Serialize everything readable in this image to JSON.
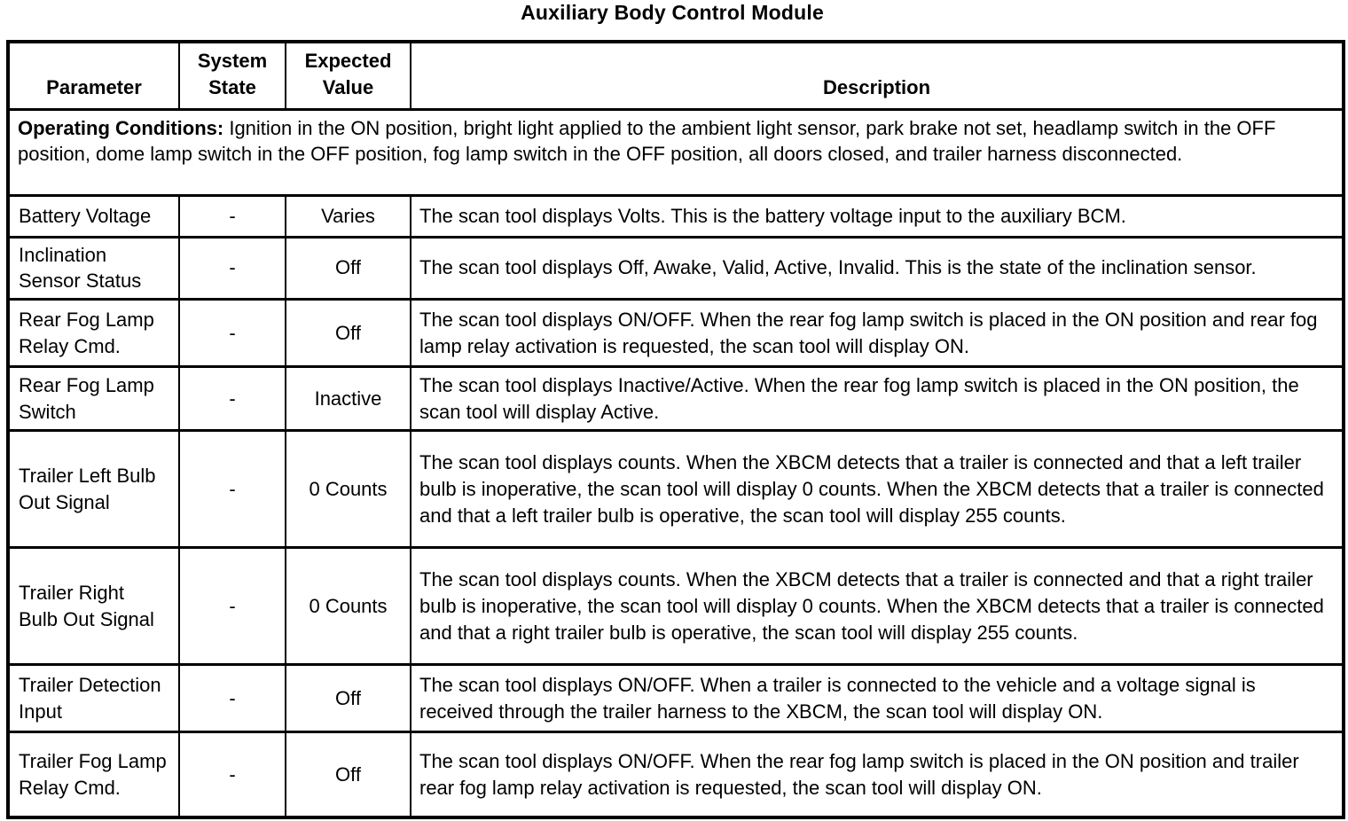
{
  "title": "Auxiliary Body Control Module",
  "colors": {
    "border": "#000000",
    "background": "#ffffff",
    "text": "#000000"
  },
  "table": {
    "headers": {
      "parameter": "Parameter",
      "system_state": "System State",
      "expected_value": "Expected Value",
      "description": "Description"
    },
    "operating_conditions": {
      "label": "Operating Conditions:",
      "text": "Ignition in the ON position, bright light applied to the ambient light sensor, park brake not set, headlamp switch in the OFF position, dome lamp switch in the OFF position, fog lamp switch in the OFF position, all doors closed, and trailer harness disconnected."
    },
    "rows": [
      {
        "parameter": "Battery Voltage",
        "system_state": "-",
        "expected_value": "Varies",
        "description": "The scan tool displays Volts. This is the battery voltage input to the auxiliary BCM."
      },
      {
        "parameter": "Inclination Sensor Status",
        "system_state": "-",
        "expected_value": "Off",
        "description": "The scan tool displays Off, Awake, Valid, Active, Invalid. This is the state of the inclination sensor."
      },
      {
        "parameter": "Rear Fog Lamp Relay Cmd.",
        "system_state": "-",
        "expected_value": "Off",
        "description": "The scan tool displays ON/OFF. When the rear fog lamp switch is placed in the ON position and rear fog lamp relay activation is requested, the scan tool will display ON."
      },
      {
        "parameter": "Rear Fog Lamp Switch",
        "system_state": "-",
        "expected_value": "Inactive",
        "description": "The scan tool displays Inactive/Active. When the rear fog lamp switch is placed in the ON position, the scan tool will display Active."
      },
      {
        "parameter": "Trailer Left Bulb Out Signal",
        "system_state": "-",
        "expected_value": "0 Counts",
        "description": "The scan tool displays counts. When the XBCM detects that a trailer is connected and that a left trailer bulb is inoperative, the scan tool will display 0 counts. When the XBCM detects that a trailer is connected and that a left trailer bulb is operative, the scan tool will display 255 counts."
      },
      {
        "parameter": "Trailer Right Bulb Out Signal",
        "system_state": "-",
        "expected_value": "0 Counts",
        "description": "The scan tool displays counts. When the XBCM detects that a trailer is connected and that a right trailer bulb is inoperative, the scan tool will display 0 counts. When the XBCM detects that a trailer is connected and that a right trailer bulb is operative, the scan tool will display 255 counts."
      },
      {
        "parameter": "Trailer Detection Input",
        "system_state": "-",
        "expected_value": "Off",
        "description": "The scan tool displays ON/OFF. When a trailer is connected to the vehicle and a voltage signal is received through the trailer harness to the XBCM, the scan tool will display ON."
      },
      {
        "parameter": "Trailer Fog Lamp Relay Cmd.",
        "system_state": "-",
        "expected_value": "Off",
        "description": "The scan tool displays ON/OFF. When the rear fog lamp switch is placed in the ON position and trailer rear fog lamp relay activation is requested, the scan tool will display ON."
      }
    ]
  }
}
